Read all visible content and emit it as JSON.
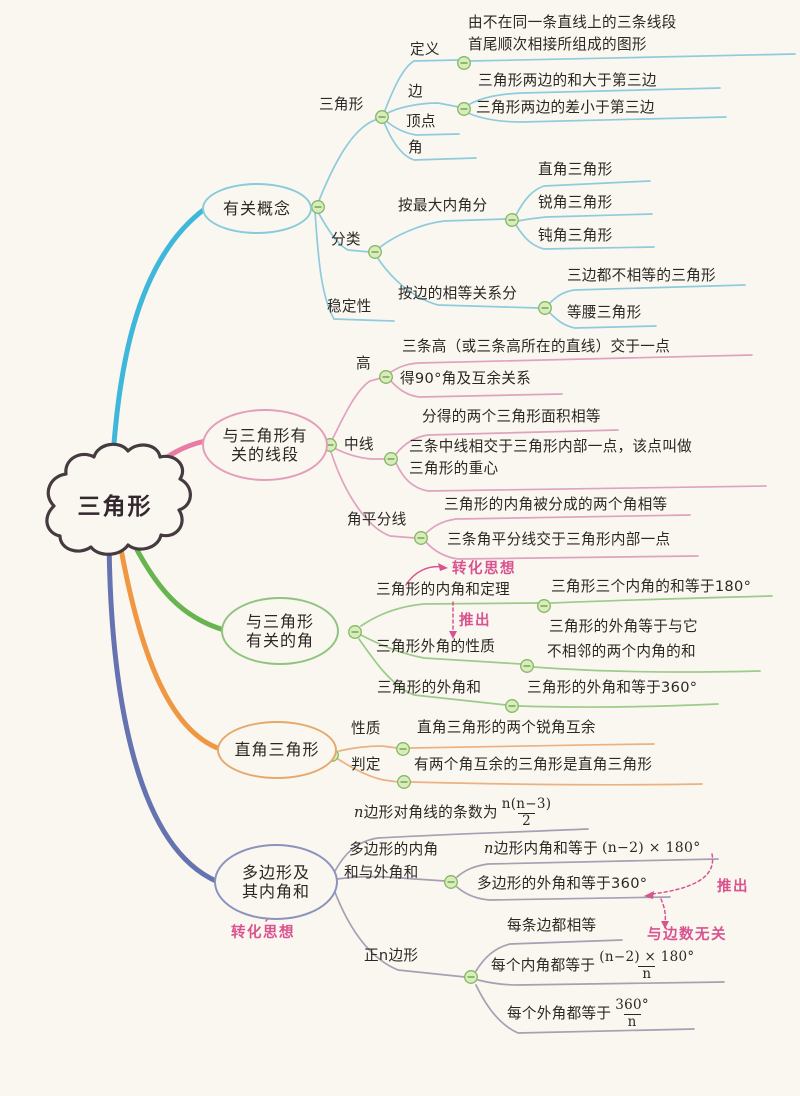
{
  "root": {
    "label": "三角形"
  },
  "concepts": {
    "label": "有关概念",
    "triangle": {
      "label": "三角形",
      "definition_label": "定义",
      "definition_line1": "由不在同一条直线上的三条线段",
      "definition_line2": "首尾顺次相接所组成的图形",
      "side_label": "边",
      "side_leaf1": "三角形两边的和大于第三边",
      "side_leaf2": "三角形两边的差小于第三边",
      "vertex_label": "顶点",
      "angle_label": "角"
    },
    "classify": {
      "label": "分类",
      "by_angle_label": "按最大内角分",
      "by_angle_leaves": [
        "直角三角形",
        "锐角三角形",
        "钝角三角形"
      ],
      "by_side_label": "按边的相等关系分",
      "by_side_leaves": [
        "三边都不相等的三角形",
        "等腰三角形"
      ]
    },
    "stability_label": "稳定性"
  },
  "segments": {
    "label_line1": "与三角形有",
    "label_line2": "关的线段",
    "height_label": "高",
    "height_leaf1": "三条高（或三条高所在的直线）交于一点",
    "height_leaf2": "得90°角及互余关系",
    "median_label": "中线",
    "median_leaf1": "分得的两个三角形面积相等",
    "median_leaf2_line1": "三条中线相交于三角形内部一点，该点叫做",
    "median_leaf2_line2": "三角形的重心",
    "bisector_label": "角平分线",
    "bisector_leaf1": "三角形的内角被分成的两个角相等",
    "bisector_leaf2": "三条角平分线交于三角形内部一点"
  },
  "angles": {
    "label_line1": "与三角形",
    "label_line2": "有关的角",
    "note_transform": "转化思想",
    "note_infer": "推出",
    "interior_label": "三角形的内角和定理",
    "interior_leaf": "三角形三个内角的和等于180°",
    "exterior_label": "三角形外角的性质",
    "exterior_leaf_line1": "三角形的外角等于与它",
    "exterior_leaf_line2": "不相邻的两个内角的和",
    "exterior_sum_label": "三角形的外角和",
    "exterior_sum_leaf": "三角形的外角和等于360°"
  },
  "right_triangle": {
    "label": "直角三角形",
    "property_label": "性质",
    "property_leaf": "直角三角形的两个锐角互余",
    "judgement_label": "判定",
    "judgement_leaf": "有两个角互余的三角形是直角三角形"
  },
  "polygon": {
    "label_line1": "多边形及",
    "label_line2": "其内角和",
    "note_transform": "转化思想",
    "diagonal_text": "n边形对角线的条数为",
    "diagonal_frac_num": "n(n−3)",
    "diagonal_frac_den": "2",
    "sums_label_line1": "多边形的内角",
    "sums_label_line2": "和与外角和",
    "sums_interior_text": "n边形内角和等于",
    "sums_interior_math": "(n−2) × 180°",
    "sums_exterior_leaf": "多边形的外角和等于360°",
    "note_infer": "推出",
    "note_independent": "与边数无关",
    "regular_label": "正n边形",
    "regular_leaf1": "每条边都相等",
    "regular_leaf2_text": "每个内角都等于",
    "regular_leaf2_num": "(n−2) × 180°",
    "regular_leaf2_den": "n",
    "regular_leaf3_text": "每个外角都等于",
    "regular_leaf3_num": "360°",
    "regular_leaf3_den": "n"
  },
  "colors": {
    "branch_concepts": "#3eb7da",
    "branch_segments": "#e87ca4",
    "branch_angles": "#68b54f",
    "branch_right_triangle": "#ef9743",
    "branch_polygon": "#6673b1",
    "annotation_pink": "#d9538f",
    "paper": "#faf7f1"
  }
}
